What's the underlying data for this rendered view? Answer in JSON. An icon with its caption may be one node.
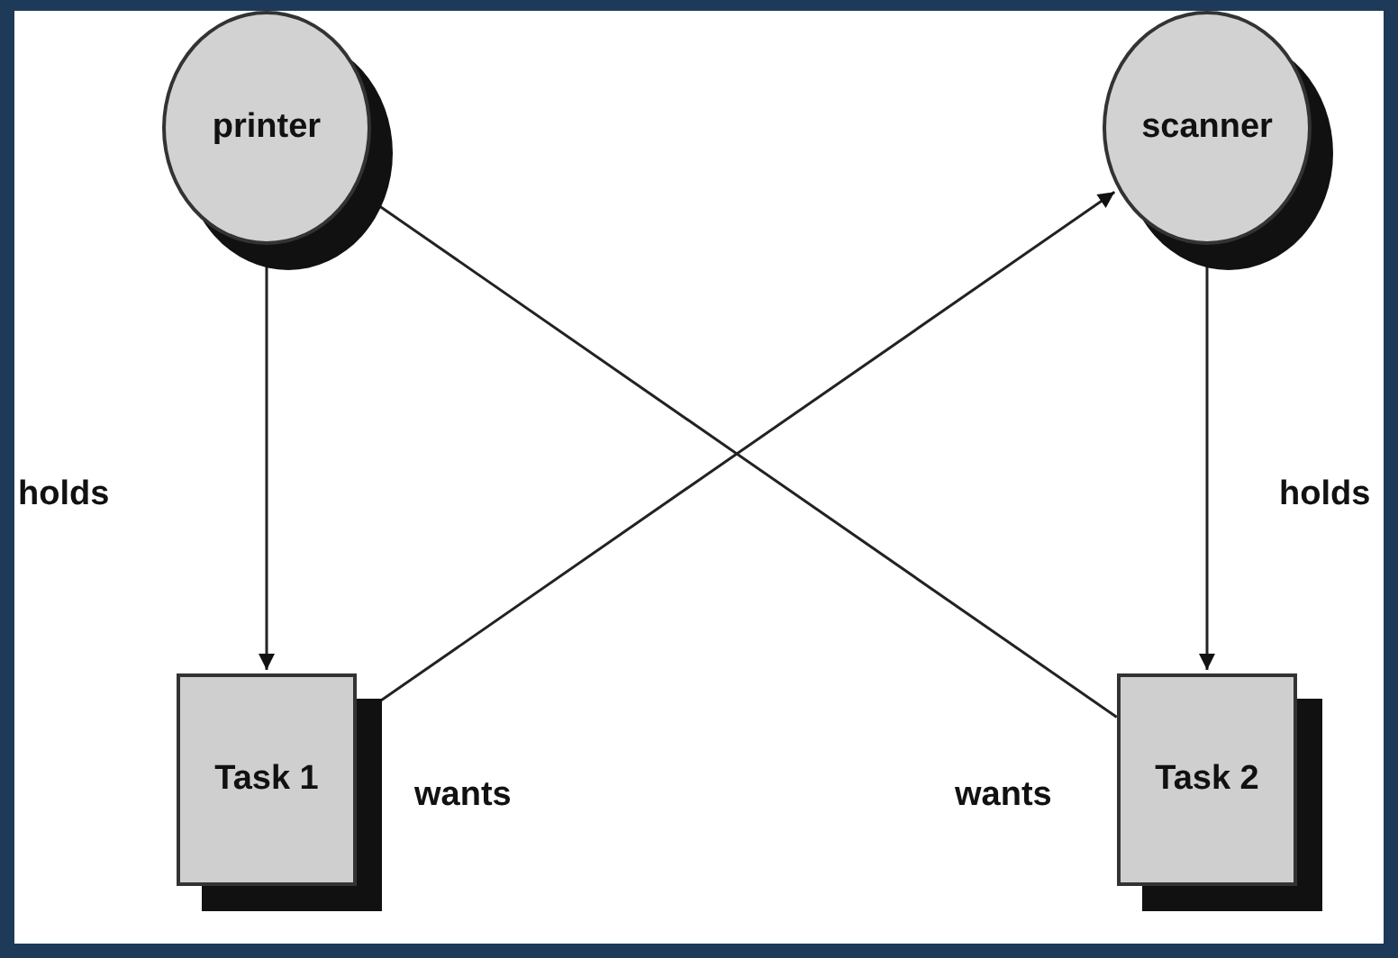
{
  "diagram": {
    "nodes": [
      {
        "text": [
          "printer"
        ]
      },
      {
        "text": [
          "scanner"
        ]
      },
      {
        "text": [
          "Task 1"
        ]
      },
      {
        "text": [
          "Task 2"
        ]
      }
    ],
    "edges": [
      {
        "from": 0,
        "to": 2,
        "arrow": "to",
        "label": "holds"
      },
      {
        "from": 1,
        "to": 3,
        "arrow": "to",
        "label": "holds"
      },
      {
        "from": 2,
        "to": 1,
        "arrow": "to",
        "label": "wants"
      },
      {
        "from": 3,
        "to": 0,
        "arrow": "to",
        "label": "wants"
      }
    ]
  }
}
